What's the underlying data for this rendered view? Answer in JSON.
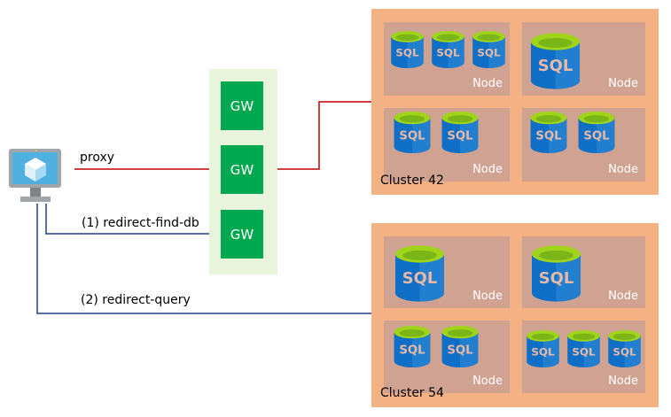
{
  "client": {
    "icon": "computer-monitor-icon"
  },
  "connections": {
    "proxy_label": "proxy",
    "redirect_find_db_label": "(1) redirect-find-db",
    "redirect_query_label": "(2) redirect-query",
    "proxy_color": "#c00000",
    "redirect_color": "#203f8a"
  },
  "gateways": [
    {
      "label": "GW"
    },
    {
      "label": "GW"
    },
    {
      "label": "GW"
    }
  ],
  "clusters": [
    {
      "label": "Cluster 42",
      "nodes": [
        {
          "label": "Node",
          "databases": [
            "SQL",
            "SQL",
            "SQL"
          ]
        },
        {
          "label": "Node",
          "databases": [
            "SQL"
          ]
        },
        {
          "label": "Node",
          "databases": [
            "SQL",
            "SQL"
          ]
        },
        {
          "label": "Node",
          "databases": [
            "SQL",
            "SQL"
          ]
        }
      ]
    },
    {
      "label": "Cluster 54",
      "nodes": [
        {
          "label": "Node",
          "databases": [
            "SQL"
          ]
        },
        {
          "label": "Node",
          "databases": [
            "SQL"
          ]
        },
        {
          "label": "Node",
          "databases": [
            "SQL",
            "SQL"
          ]
        },
        {
          "label": "Node",
          "databases": [
            "SQL",
            "SQL",
            "SQL"
          ]
        }
      ]
    }
  ],
  "colors": {
    "gateway": "#00a84f",
    "gateway_panel": "#e8f5dc",
    "cluster": "#f4b183",
    "node": "#cfa291",
    "sql_blue": "#0f6fc6",
    "sql_top": "#9fd41b"
  }
}
